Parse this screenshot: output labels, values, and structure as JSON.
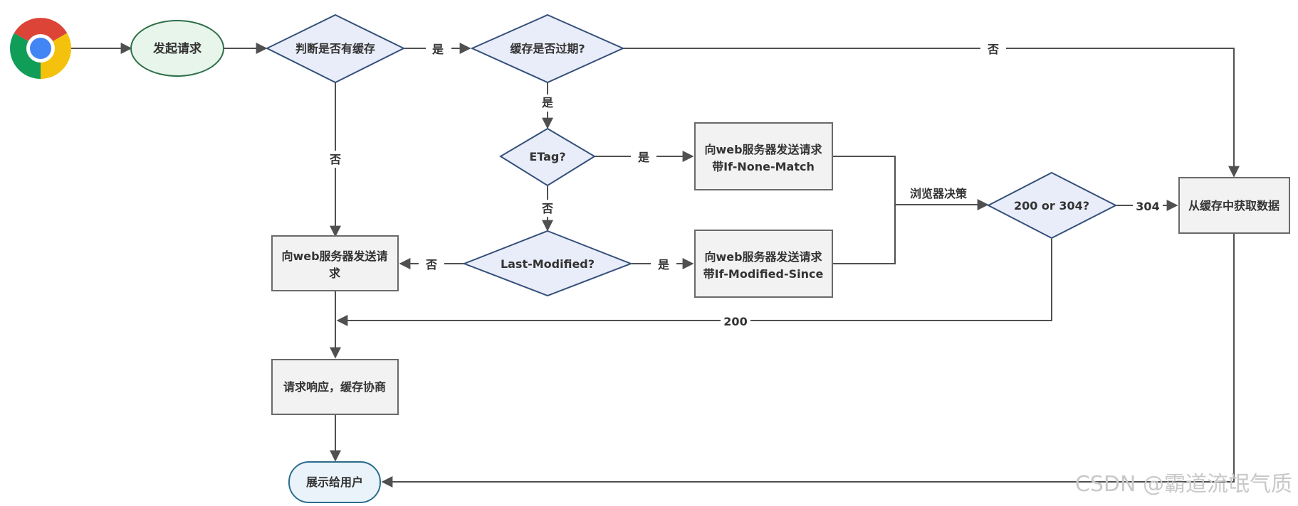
{
  "nodes": {
    "start": "发起请求",
    "has_cache": "判断是否有缓存",
    "expired": "缓存是否过期?",
    "etag": "ETag?",
    "last_modified": "Last-Modified?",
    "send_none_match": [
      "向web服务器发送请求",
      "带If-None-Match"
    ],
    "send_modified_since": [
      "向web服务器发送请求",
      "带If-Modified-Since"
    ],
    "send_request": [
      "向web服务器发送请",
      "求"
    ],
    "status": "200 or 304?",
    "from_cache": "从缓存中获取数据",
    "negotiate": "请求响应，缓存协商",
    "show": "展示给用户"
  },
  "edges": {
    "has_cache_yes": "是",
    "has_cache_no": "否",
    "expired_no": "否",
    "expired_yes": "是",
    "etag_yes": "是",
    "etag_no": "否",
    "lm_no": "否",
    "lm_yes": "是",
    "browser_decides": "浏览器决策",
    "code_304": "304",
    "code_200": "200"
  },
  "icons": {
    "browser": "chrome-logo-icon"
  },
  "colors": {
    "line": "#505050",
    "diamond_fill": "#e9edf9",
    "diamond_stroke": "#34507a",
    "start_fill": "#e8f5ea",
    "start_stroke": "#2f6f4a",
    "end_fill": "#e9f3f9",
    "end_stroke": "#2b6d8e",
    "box_fill": "#f2f2f2",
    "box_stroke": "#6a6a6a"
  },
  "watermark": "CSDN @霸道流氓气质"
}
